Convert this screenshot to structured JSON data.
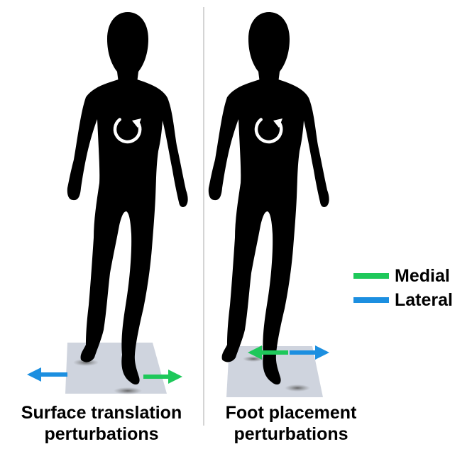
{
  "panels": [
    {
      "caption_line1": "Surface translation",
      "caption_line2": "perturbations"
    },
    {
      "caption_line1": "Foot placement",
      "caption_line2": "perturbations"
    }
  ],
  "legend": [
    {
      "label": "Medial",
      "color": "#1ec85a"
    },
    {
      "label": "Lateral",
      "color": "#1c8fe0"
    }
  ],
  "colors": {
    "silhouette": "#000000",
    "platform": "#cfd4de",
    "divider": "#b8b8b8",
    "rotation_icon": "#ffffff"
  },
  "icons": [
    "rotation-icon",
    "medial-arrow-icon",
    "lateral-arrow-icon"
  ]
}
